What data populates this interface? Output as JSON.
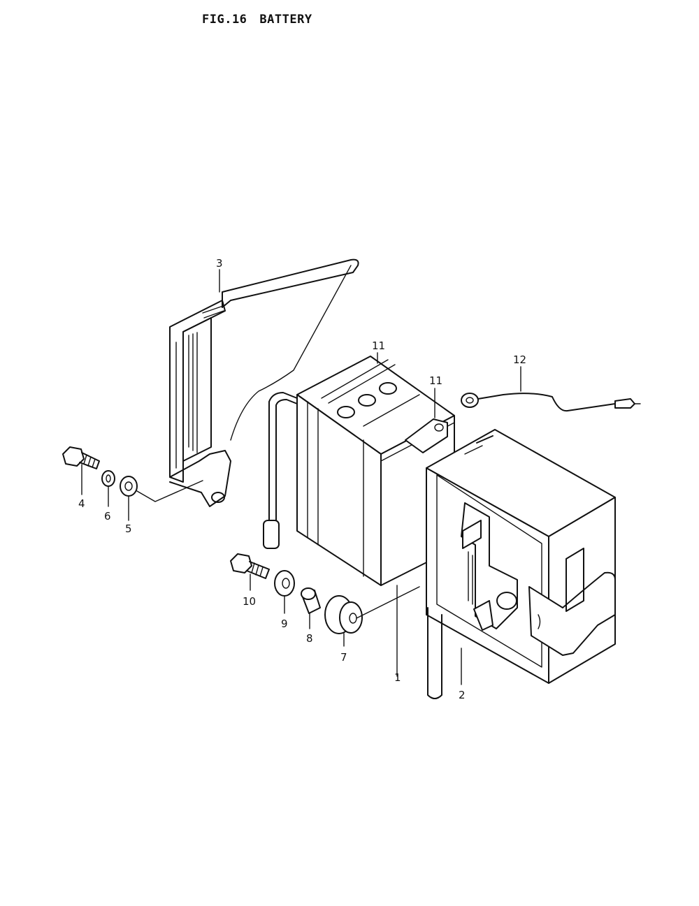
{
  "figure": {
    "number": "FIG.16",
    "title": "BATTERY"
  },
  "callouts": [
    {
      "id": "c1",
      "label": "1"
    },
    {
      "id": "c2",
      "label": "2"
    },
    {
      "id": "c3",
      "label": "3"
    },
    {
      "id": "c4",
      "label": "4"
    },
    {
      "id": "c5",
      "label": "5"
    },
    {
      "id": "c6",
      "label": "6"
    },
    {
      "id": "c7",
      "label": "7"
    },
    {
      "id": "c8",
      "label": "8"
    },
    {
      "id": "c9",
      "label": "9"
    },
    {
      "id": "c10",
      "label": "10"
    },
    {
      "id": "c11a",
      "label": "11"
    },
    {
      "id": "c11b",
      "label": "11"
    },
    {
      "id": "c12",
      "label": "12"
    }
  ]
}
